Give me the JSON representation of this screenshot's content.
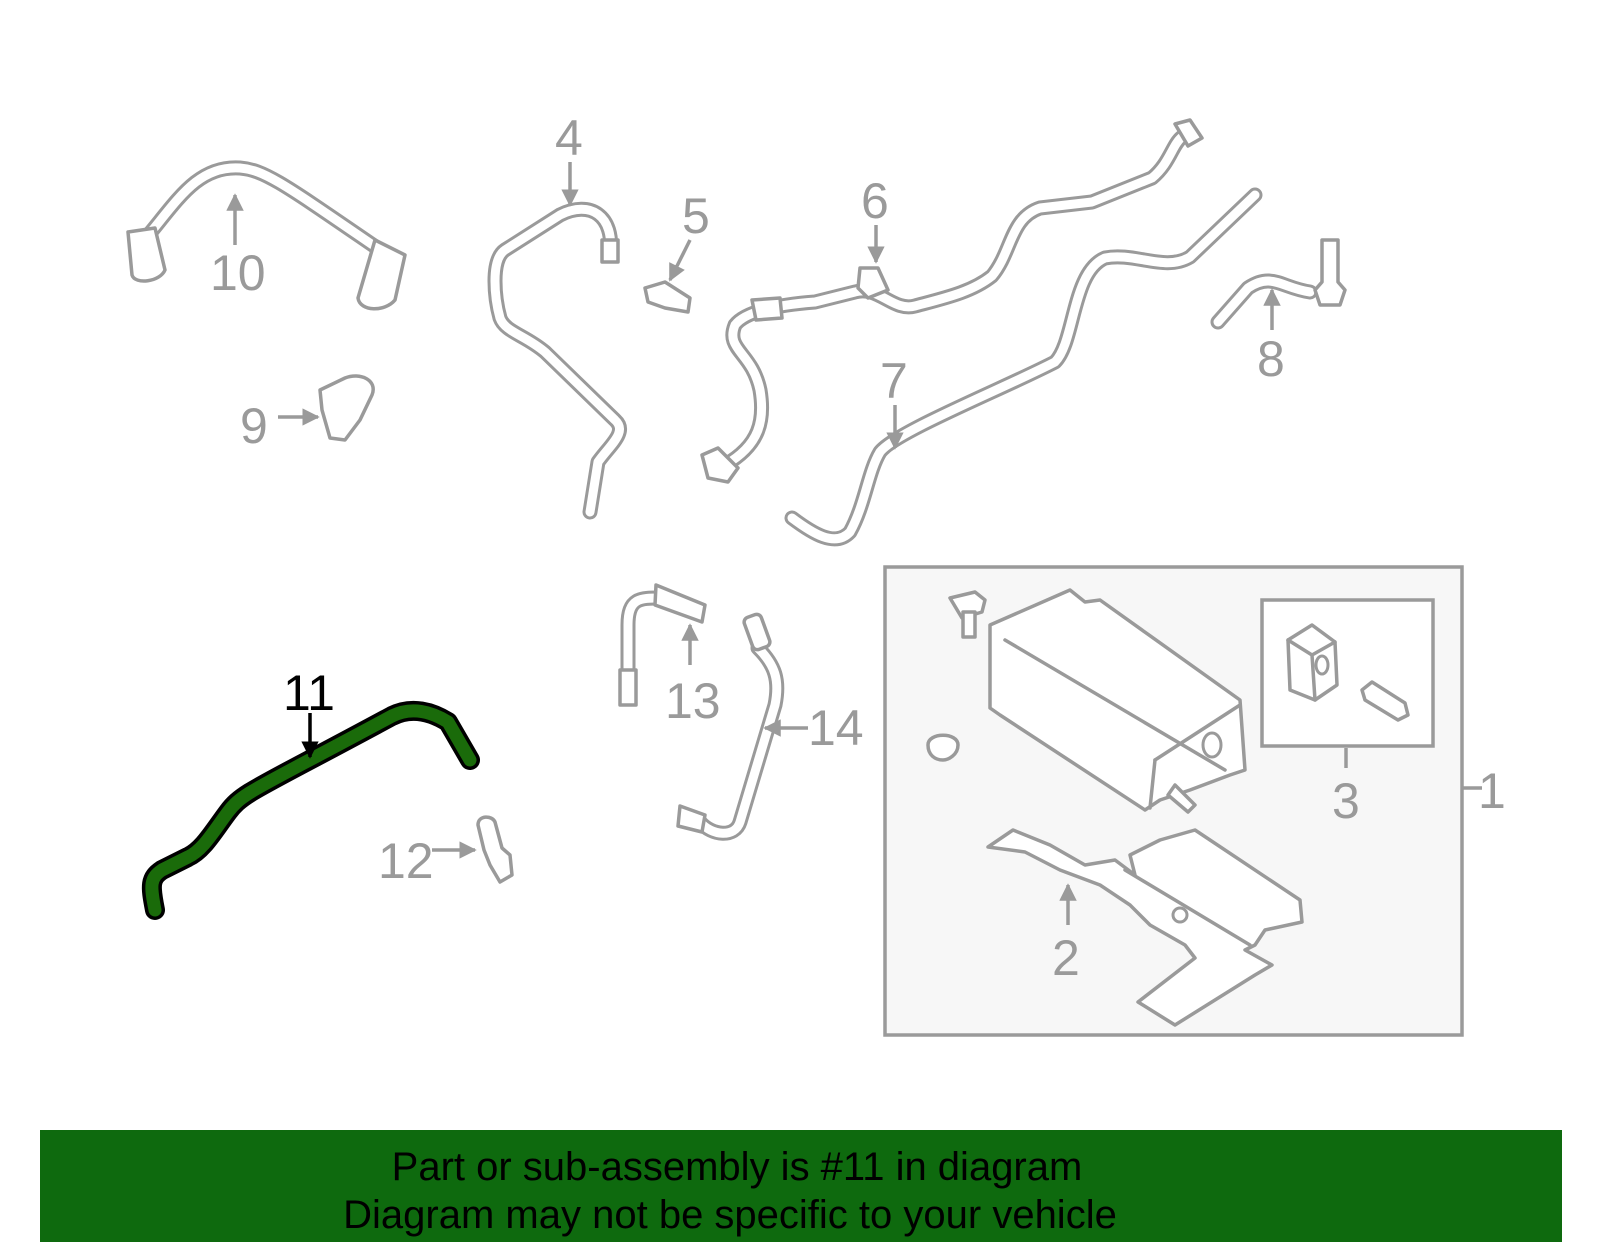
{
  "diagram": {
    "highlighted_part": "11",
    "labels": {
      "p1": "1",
      "p2": "2",
      "p3": "3",
      "p4": "4",
      "p5": "5",
      "p6": "6",
      "p7": "7",
      "p8": "8",
      "p9": "9",
      "p10": "10",
      "p11": "11",
      "p12": "12",
      "p13": "13",
      "p14": "14"
    },
    "colors": {
      "line_gray": "#9a9a9a",
      "highlight_green": "#1a6b0a",
      "banner_green": "#0e6a0e",
      "assembly_box_fill": "#f7f7f7"
    }
  },
  "banner": {
    "line1": "Part or sub-assembly is #11 in diagram",
    "line2": "Diagram may not be specific to your vehicle"
  }
}
